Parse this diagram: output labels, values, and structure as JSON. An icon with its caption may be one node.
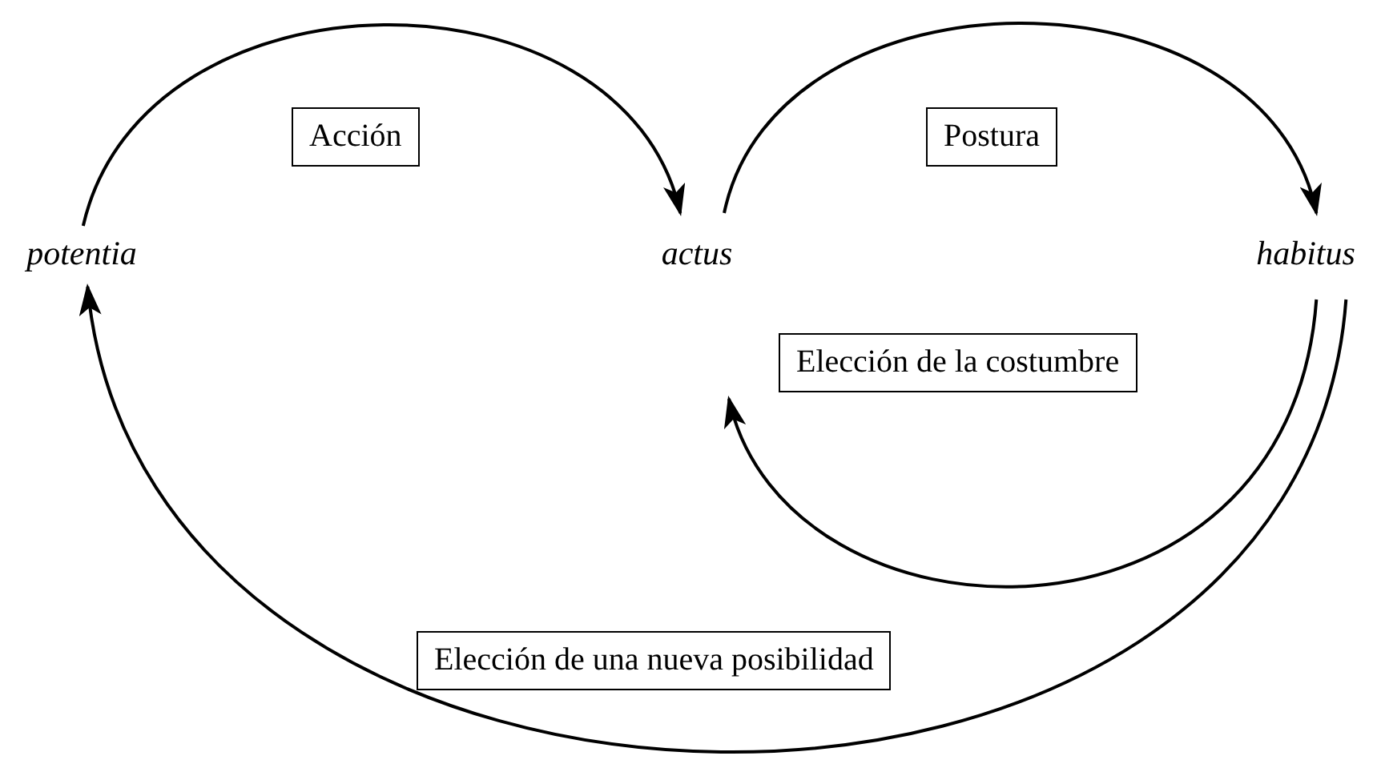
{
  "diagram": {
    "nodes": [
      {
        "text": [
          "potentia"
        ]
      },
      {
        "text": [
          "actus"
        ]
      },
      {
        "text": [
          "habitus"
        ]
      }
    ],
    "edges": [
      {
        "from": 0,
        "to": 1,
        "arrow": "to",
        "label": "Acción"
      },
      {
        "from": 1,
        "to": 2,
        "arrow": "to",
        "label": "Postura"
      },
      {
        "from": 2,
        "to": 1,
        "arrow": "to",
        "label": "Elección de la costumbre"
      },
      {
        "from": 2,
        "to": 0,
        "arrow": "to",
        "label": "Elección de una nueva posibilidad"
      }
    ]
  }
}
